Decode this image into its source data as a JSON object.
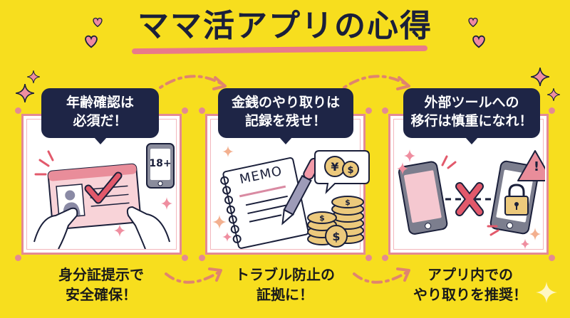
{
  "title": "ママ活アプリの心得",
  "colors": {
    "background": "#f7de1e",
    "title_text": "#1a1f3a",
    "underline": "#e97a8a",
    "bubble_bg": "#1e2546",
    "card_border": "#e48a93",
    "accent_pink": "#e2596b"
  },
  "panels": [
    {
      "bubble_line1": "年齢確認は",
      "bubble_line2": "必須だ！",
      "caption_line1": "身分証提示で",
      "caption_line2": "安全確保！",
      "illustration": "id-card-check",
      "badge_text": "18+"
    },
    {
      "bubble_line1": "金銭のやり取りは",
      "bubble_line2": "記録を残せ！",
      "caption_line1": "トラブル防止の",
      "caption_line2": "証拠に！",
      "illustration": "memo-and-coins",
      "memo_text": "MEMO",
      "yen_symbol": "¥",
      "dollar_symbol": "$"
    },
    {
      "bubble_line1": "外部ツールへの",
      "bubble_line2": "移行は慎重になれ！",
      "caption_line1": "アプリ内での",
      "caption_line2": "やり取りを推奨！",
      "illustration": "phones-blocked",
      "warning_symbol": "!"
    }
  ]
}
